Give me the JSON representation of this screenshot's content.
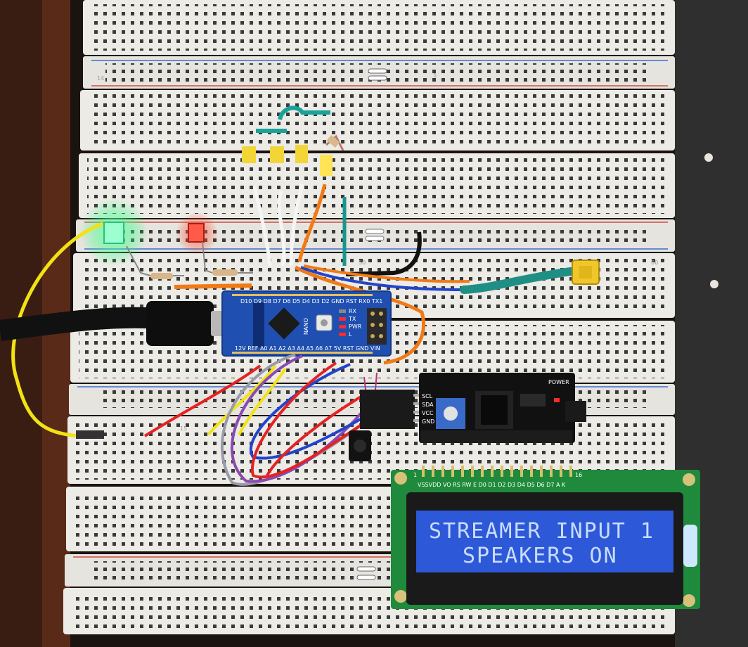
{
  "lcd": {
    "line1": "STREAMER INPUT 1",
    "line2": "SPEAKERS ON",
    "pin_labels": "VSSVDD VO RS RW E  D0 D1 D2 D3 D4 D5 D6 D7 A  K",
    "pin_first": "1",
    "pin_last": "16"
  },
  "arduino": {
    "model": "NANO",
    "led_labels": [
      "RX",
      "TX",
      "PWR",
      "L"
    ],
    "top_pins": "D10 D9 D8 D7 D6 D5 D4 D3 D2 GND RST RX0 TX1",
    "bottom_pins": "12V REF A0 A1 A2 A3 A4 A5 A6 A7 5V RST GND VIN"
  },
  "i2c_module": {
    "pins": [
      "SCL",
      "SDA",
      "VCC",
      "GND"
    ],
    "power_label": "POWER"
  },
  "breadboard": {
    "row_marks": [
      "14",
      "5",
      "15",
      "50",
      "55",
      "60"
    ]
  },
  "colors": {
    "background": "#1a1410",
    "breadboard": "#ecebe6",
    "arduino_pcb": "#1f4fb0",
    "lcd_pcb": "#1f8a3b",
    "lcd_screen": "#2d58d8",
    "i2c_pcb": "#111111"
  }
}
